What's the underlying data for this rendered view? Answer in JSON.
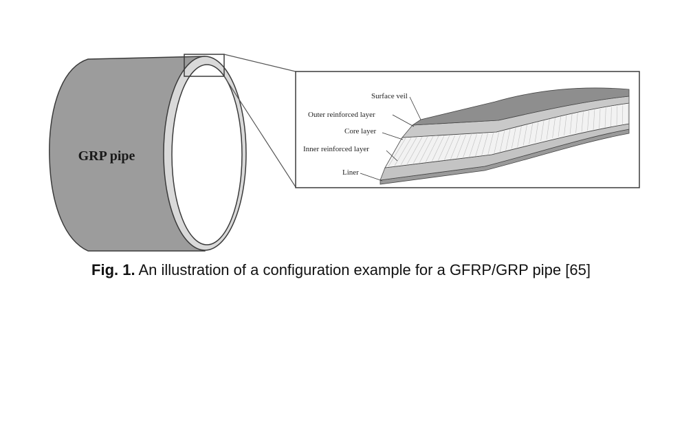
{
  "pipe": {
    "label": "GRP pipe",
    "colors": {
      "body": "#9c9c9c",
      "outline": "#3a3a3a",
      "inner": "#ffffff",
      "wall": "#d9d9d9"
    }
  },
  "detail": {
    "layers": [
      {
        "label": "Surface veil",
        "color": "#8e8e8e"
      },
      {
        "label": "Outer reinforced layer",
        "color": "#c9c9c9"
      },
      {
        "label": "Core layer",
        "color": "#f2f2f2"
      },
      {
        "label": "Inner reinforced layer",
        "color": "#c4c4c4"
      },
      {
        "label": "Liner",
        "color": "#9a9a9a"
      }
    ]
  },
  "caption": {
    "fig_label": "Fig. 1.",
    "text": " An illustration of a configuration example for a GFRP/GRP pipe  [65]"
  }
}
